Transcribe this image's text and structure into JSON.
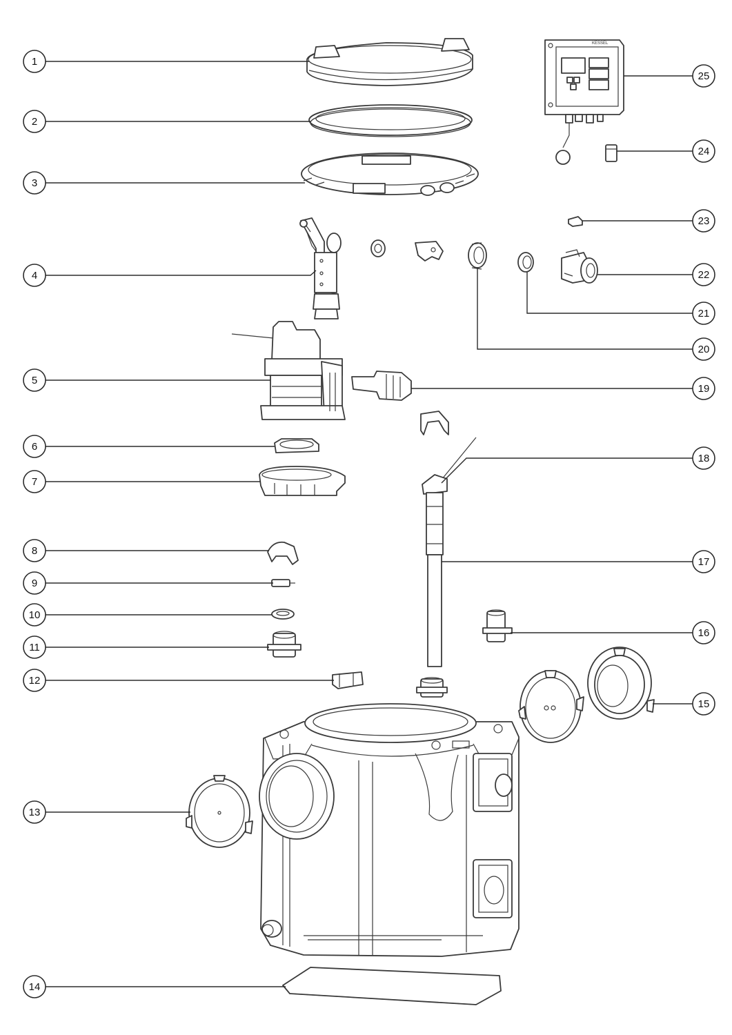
{
  "callouts": [
    {
      "id": "1"
    },
    {
      "id": "2"
    },
    {
      "id": "3"
    },
    {
      "id": "4"
    },
    {
      "id": "5"
    },
    {
      "id": "6"
    },
    {
      "id": "7"
    },
    {
      "id": "8"
    },
    {
      "id": "9"
    },
    {
      "id": "10"
    },
    {
      "id": "11"
    },
    {
      "id": "12"
    },
    {
      "id": "13"
    },
    {
      "id": "14"
    },
    {
      "id": "15"
    },
    {
      "id": "16"
    },
    {
      "id": "17"
    },
    {
      "id": "18"
    },
    {
      "id": "19"
    },
    {
      "id": "20"
    },
    {
      "id": "21"
    },
    {
      "id": "22"
    },
    {
      "id": "23"
    },
    {
      "id": "24"
    },
    {
      "id": "25"
    }
  ],
  "controller": {
    "brand": "KESSEL"
  }
}
